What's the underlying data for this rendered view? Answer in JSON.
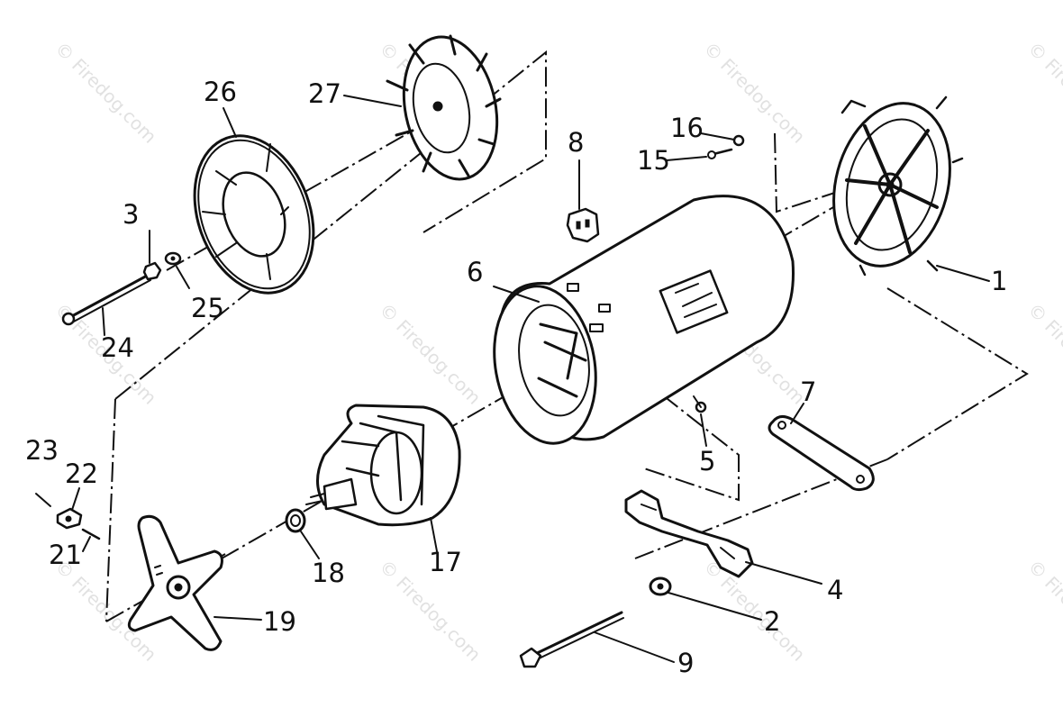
{
  "callouts": {
    "c1": "1",
    "c2": "2",
    "c3": "3",
    "c4": "4",
    "c5": "5",
    "c6": "6",
    "c7": "7",
    "c8": "8",
    "c9": "9",
    "c15": "15",
    "c16": "16",
    "c17": "17",
    "c18": "18",
    "c19": "19",
    "c21": "21",
    "c22": "22",
    "c23": "23",
    "c24": "24",
    "c25": "25",
    "c26": "26",
    "c27": "27"
  },
  "watermark": "© Firedog.com",
  "colors": {
    "ink": "#111111",
    "paper": "#ffffff",
    "watermark": "#c9c9c9"
  }
}
